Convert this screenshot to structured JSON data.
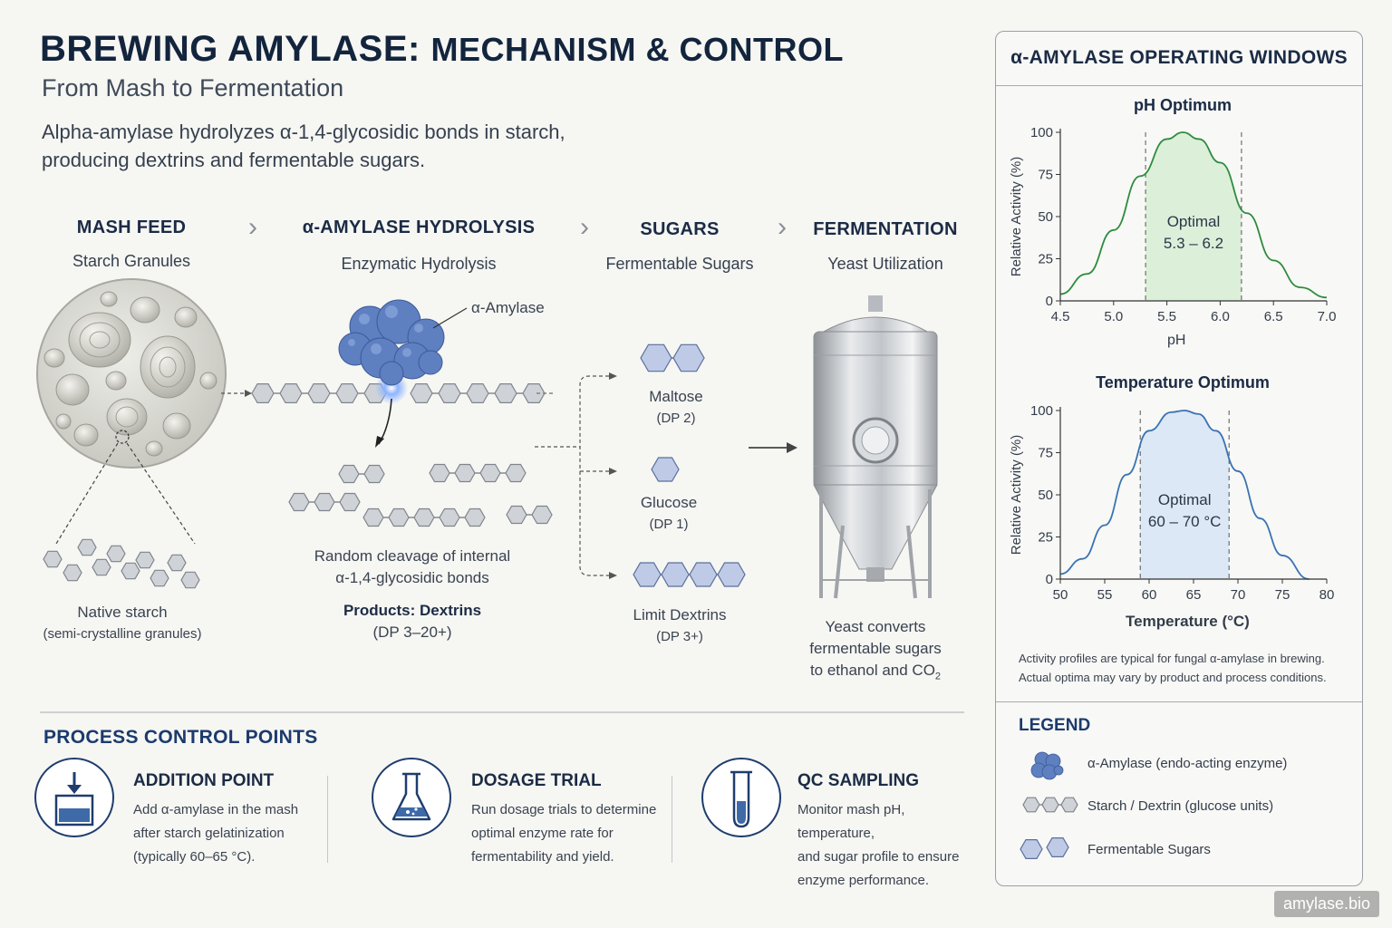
{
  "header": {
    "title_main": "BREWING AMYLASE:",
    "title_rest": "MECHANISM & CONTROL",
    "subtitle": "From Mash to Fermentation",
    "intro_line1": "Alpha-amylase hydrolyzes α-1,4-glycosidic bonds in starch,",
    "intro_line2": "producing dextrins and fermentable sugars."
  },
  "stages": [
    {
      "title": "MASH FEED",
      "subtitle": "Starch Granules"
    },
    {
      "title": "α-AMYLASE HYDROLYSIS",
      "subtitle": "Enzymatic Hydrolysis"
    },
    {
      "title": "SUGARS",
      "subtitle": "Fermentable Sugars"
    },
    {
      "title": "FERMENTATION",
      "subtitle": "Yeast Utilization"
    }
  ],
  "flow_separator": "›",
  "labels": {
    "enzyme": "α-Amylase",
    "native_starch": "Native starch",
    "native_starch_sub": "(semi-crystalline granules)",
    "cleavage_1": "Random cleavage of internal",
    "cleavage_2": "α-1,4-glycosidic bonds",
    "products": "Products: Dextrins",
    "products_sub": "(DP 3–20+)",
    "maltose": "Maltose",
    "maltose_sub": "(DP 2)",
    "glucose": "Glucose",
    "glucose_sub": "(DP 1)",
    "limit_dextrins": "Limit Dextrins",
    "limit_dextrins_sub": "(DP 3+)",
    "yeast_1": "Yeast converts",
    "yeast_2": "fermentable sugars",
    "yeast_3_prefix": "to ethanol and CO",
    "yeast_3_sub": "2"
  },
  "panel": {
    "title": "α-AMYLASE OPERATING WINDOWS",
    "note_1": "Activity profiles are typical for fungal α-amylase in brewing.",
    "note_2": "Actual optima may vary by product and process conditions."
  },
  "chart_data": [
    {
      "type": "area",
      "title": "pH Optimum",
      "xlabel": "pH",
      "ylabel": "Relative Activity (%)",
      "xlim": [
        4.5,
        7.0
      ],
      "ylim": [
        0,
        100
      ],
      "xticks": [
        "4.5",
        "5.0",
        "5.5",
        "6.0",
        "6.5",
        "7.0"
      ],
      "yticks": [
        "0",
        "25",
        "50",
        "75",
        "100"
      ],
      "x": [
        4.5,
        4.75,
        5.0,
        5.25,
        5.5,
        5.65,
        5.8,
        6.0,
        6.25,
        6.5,
        6.75,
        7.0
      ],
      "values": [
        4,
        16,
        42,
        74,
        96,
        100,
        96,
        82,
        52,
        24,
        8,
        2
      ],
      "optimal_range": [
        5.3,
        6.2
      ],
      "optimal_label": "Optimal",
      "optimal_value": "5.3 – 6.2",
      "color": "#2e8b3e",
      "fill": "#dcefd9"
    },
    {
      "type": "area",
      "title": "Temperature Optimum",
      "xlabel": "Temperature (°C)",
      "ylabel": "Relative Activity (%)",
      "xlim": [
        50,
        80
      ],
      "ylim": [
        0,
        100
      ],
      "xticks": [
        "50",
        "55",
        "60",
        "65",
        "70",
        "75",
        "80"
      ],
      "yticks": [
        "0",
        "25",
        "50",
        "75",
        "100"
      ],
      "x": [
        50,
        52.5,
        55,
        57.5,
        60,
        62.5,
        64,
        65.5,
        67.5,
        70,
        72.5,
        75,
        78
      ],
      "values": [
        3,
        12,
        32,
        62,
        88,
        99,
        100,
        98,
        88,
        64,
        36,
        14,
        0
      ],
      "optimal_range": [
        59,
        69
      ],
      "optimal_label": "Optimal",
      "optimal_value": "60 – 70 °C",
      "color": "#3a73b3",
      "fill": "#dce8f5"
    }
  ],
  "legend": {
    "title": "LEGEND",
    "items": [
      {
        "label": "α-Amylase (endo-acting enzyme)"
      },
      {
        "label": "Starch / Dextrin (glucose units)"
      },
      {
        "label": "Fermentable Sugars"
      }
    ]
  },
  "process": {
    "title": "PROCESS CONTROL POINTS",
    "items": [
      {
        "title": "ADDITION POINT",
        "lines": [
          "Add α-amylase in the mash",
          "after starch gelatinization",
          "(typically 60–65 °C)."
        ]
      },
      {
        "title": "DOSAGE TRIAL",
        "lines": [
          "Run dosage trials to determine",
          "optimal enzyme rate for",
          "fermentability and yield."
        ]
      },
      {
        "title": "QC SAMPLING",
        "lines": [
          "Monitor mash pH, temperature,",
          "and sugar profile to ensure",
          "enzyme performance."
        ]
      }
    ]
  },
  "watermark": "amylase.bio",
  "colors": {
    "navy": "#1b2b45",
    "accent_blue": "#1b3b6d",
    "sugar_fill": "#bfcbe6",
    "dextrin_fill": "#cfd3d8"
  }
}
